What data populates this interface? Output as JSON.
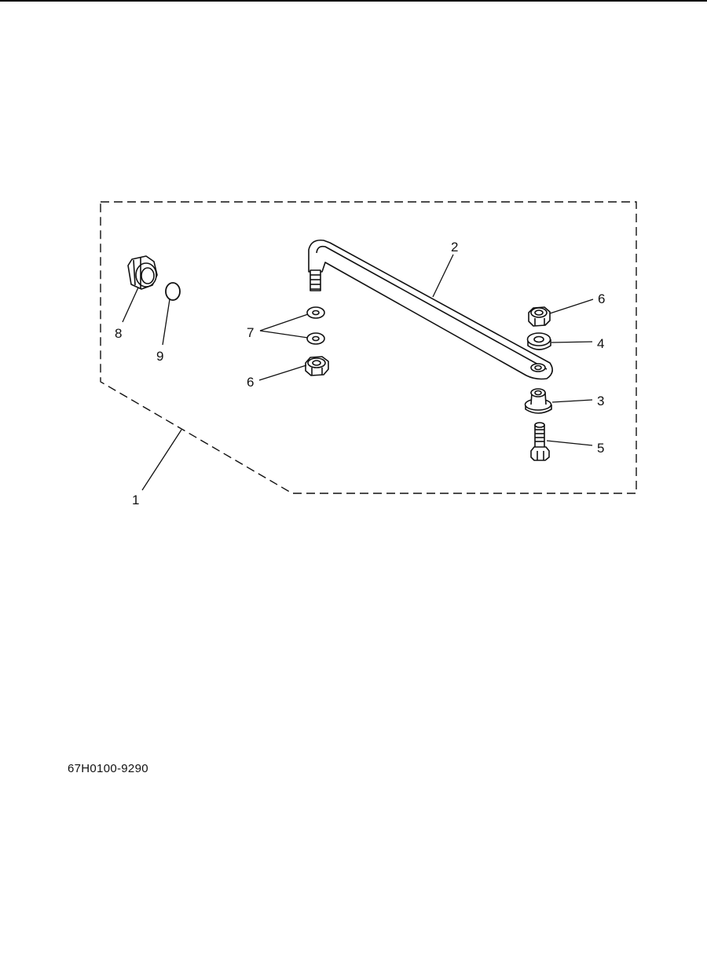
{
  "diagram": {
    "part_code": "67H0100-9290",
    "callouts": [
      {
        "id": "1",
        "label": "1"
      },
      {
        "id": "2",
        "label": "2"
      },
      {
        "id": "3",
        "label": "3"
      },
      {
        "id": "4",
        "label": "4"
      },
      {
        "id": "5",
        "label": "5"
      },
      {
        "id": "6a",
        "label": "6"
      },
      {
        "id": "6b",
        "label": "6"
      },
      {
        "id": "7",
        "label": "7"
      },
      {
        "id": "8",
        "label": "8"
      },
      {
        "id": "9",
        "label": "9"
      }
    ]
  }
}
